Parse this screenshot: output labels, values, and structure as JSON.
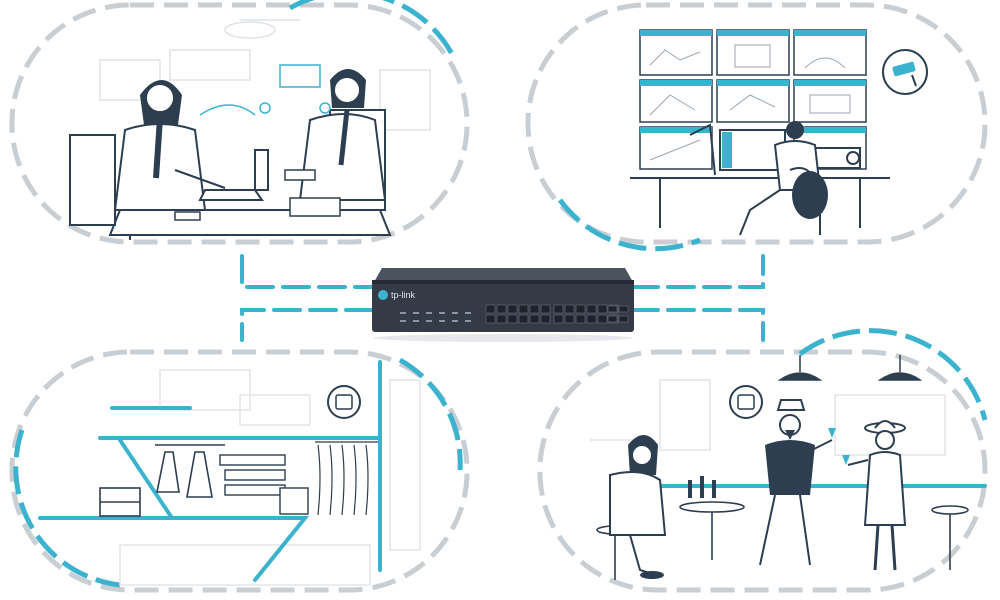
{
  "switch": {
    "brand_logo_text": "tp-link",
    "port_count": 24,
    "sfp_count": 4
  },
  "scenes": [
    {
      "id": "office",
      "icon": "meeting-office-scene"
    },
    {
      "id": "surveillance",
      "icon": "security-monitoring-scene"
    },
    {
      "id": "retail",
      "icon": "clothing-store-scene"
    },
    {
      "id": "bar",
      "icon": "bar-restaurant-scene"
    }
  ],
  "colors": {
    "accent": "#3bb3cf",
    "capsule_gray": "#c9ced3",
    "line_art": "#2c3e50",
    "switch_body": "#343b46",
    "port_frame": "#5a6170"
  }
}
